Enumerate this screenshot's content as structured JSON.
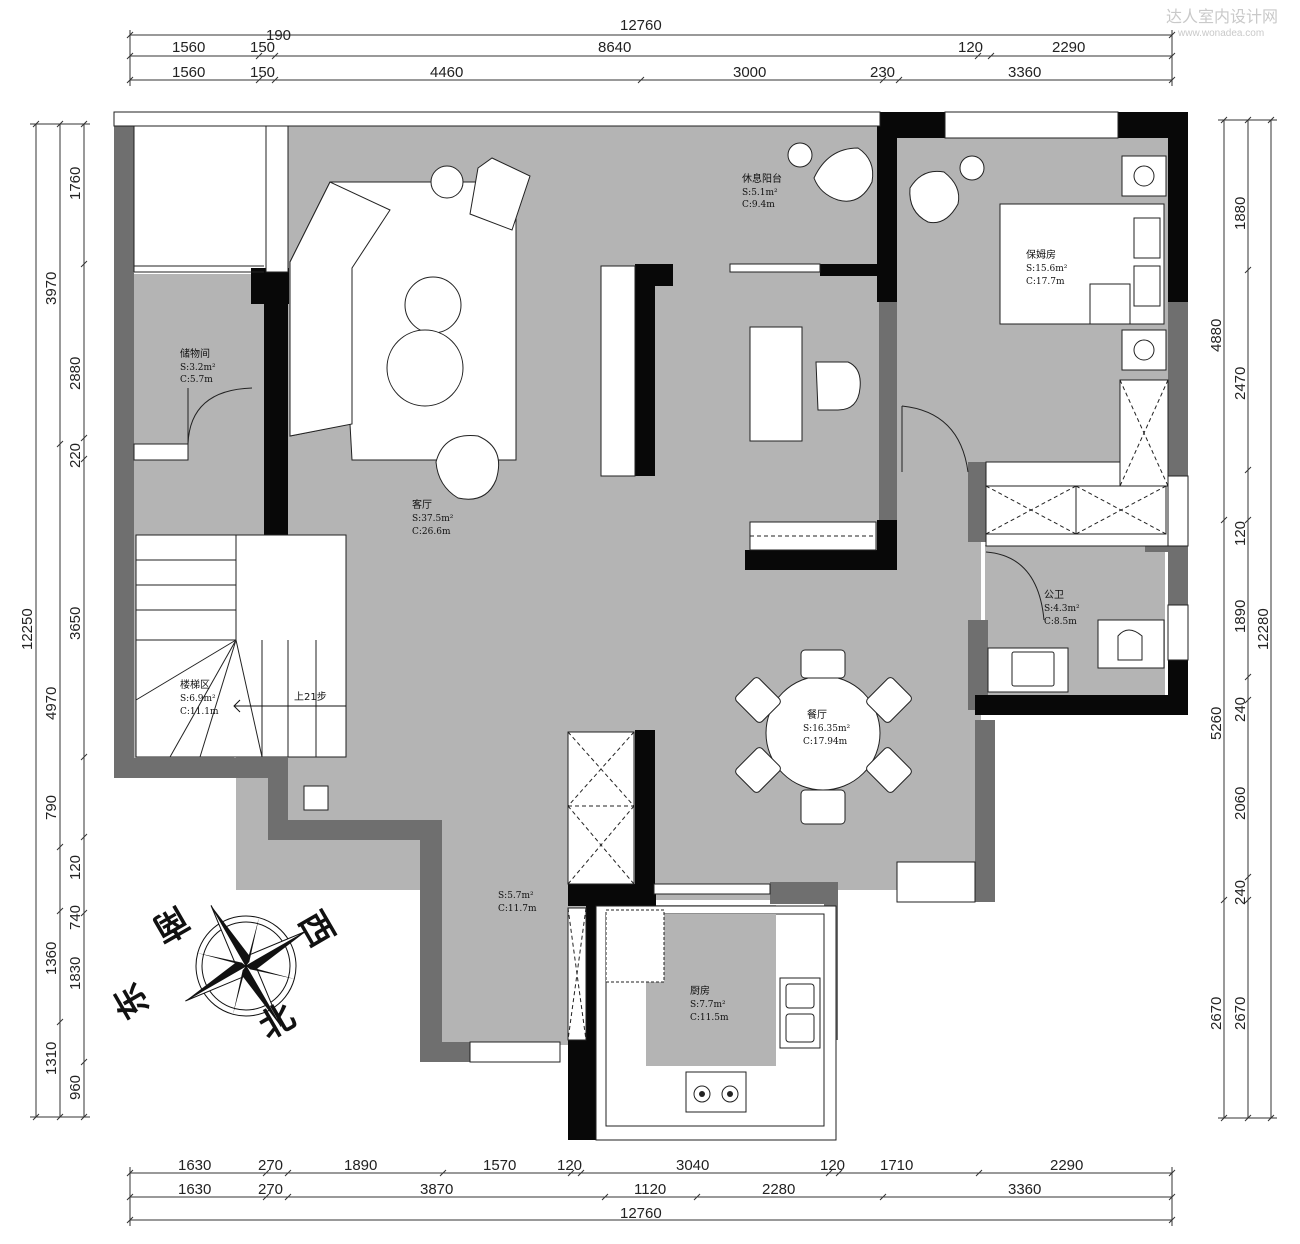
{
  "watermark": {
    "brand": "达人室内设计网",
    "url": "www.wonadea.com"
  },
  "dims_top": {
    "total": "12760",
    "row1": [
      "1560",
      "150",
      "190",
      "8640",
      "120",
      "2290"
    ],
    "row2": [
      "1560",
      "150",
      "4460",
      "3000",
      "230",
      "3360"
    ]
  },
  "dims_bottom": {
    "row1": [
      "1630",
      "270",
      "1890",
      "1570",
      "120",
      "3040",
      "120",
      "1710",
      "2290"
    ],
    "row2": [
      "1630",
      "270",
      "3870",
      "1120",
      "2280",
      "3360"
    ],
    "total": "12760"
  },
  "dims_left": {
    "total": "12250",
    "col_a": [
      "3970",
      "4970",
      "790",
      "1360",
      "1310"
    ],
    "col_b": [
      "1760",
      "2880",
      "220",
      "3650",
      "120",
      "740",
      "1830",
      "960"
    ]
  },
  "dims_right": {
    "total": "12280",
    "col_a": [
      "1880",
      "2470",
      "120",
      "1890",
      "240",
      "2060",
      "240",
      "2670"
    ],
    "col_b": [
      "4880",
      "5260",
      "2670"
    ]
  },
  "rooms": {
    "storage": {
      "name": "储物间",
      "area": "S:3.2m²",
      "perim": "C:5.7m"
    },
    "leisure_balcony": {
      "name": "休息阳台",
      "area": "S:5.1m²",
      "perim": "C:9.4m"
    },
    "nanny_room": {
      "name": "保姆房",
      "area": "S:15.6m²",
      "perim": "C:17.7m"
    },
    "living_room": {
      "name": "客厅",
      "area": "S:37.5m²",
      "perim": "C:26.6m"
    },
    "public_wc": {
      "name": "公卫",
      "area": "S:4.3m²",
      "perim": "C:8.5m"
    },
    "stair_area": {
      "name": "楼梯区",
      "area": "S:6.9m²",
      "perim": "C:11.1m"
    },
    "stairs_up": "上21步",
    "dining_room": {
      "name": "餐厅",
      "area": "S:16.35m²",
      "perim": "C:17.94m"
    },
    "corridor": {
      "area": "S:5.7m²",
      "perim": "C:11.7m"
    },
    "kitchen": {
      "name": "厨房",
      "area": "S:7.7m²",
      "perim": "C:11.5m"
    }
  },
  "compass": {
    "n": "北",
    "s": "南",
    "e": "东",
    "w": "西"
  },
  "colors": {
    "floor": "#b4b4b4",
    "wall_dark": "#080808",
    "wall_gray": "#6f6f6f",
    "furniture": "#ffffff"
  }
}
